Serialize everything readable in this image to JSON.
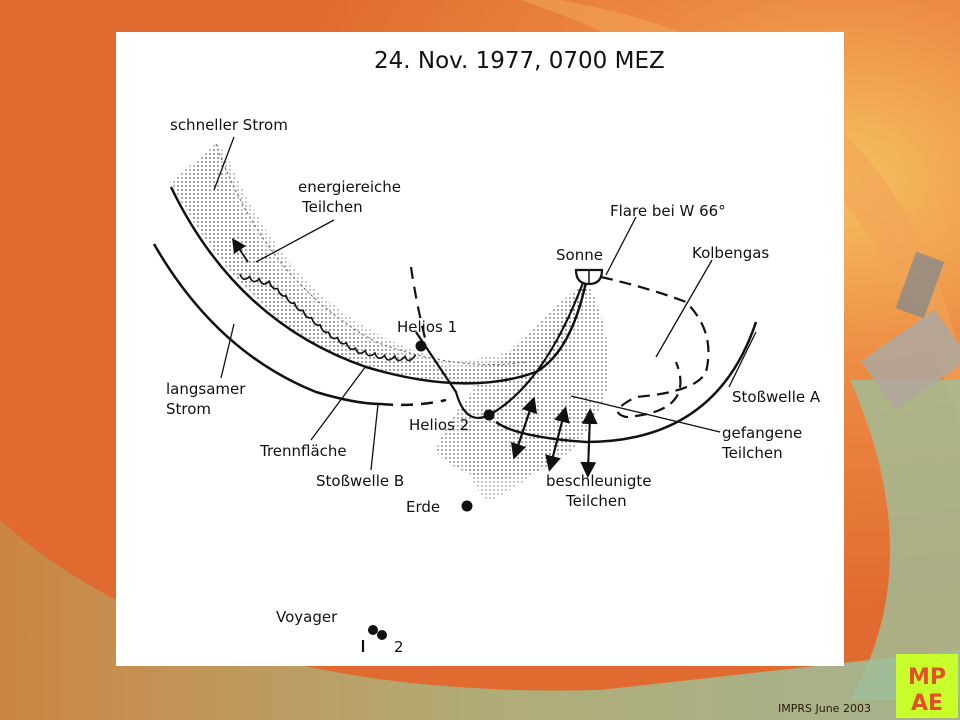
{
  "title": "24. Nov. 1977, 0700 MEZ",
  "labels": {
    "schneller_strom": "schneller Strom",
    "energiereiche_1": "energiereiche",
    "energiereiche_2": "Teilchen",
    "flare": "Flare bei W 66°",
    "sonne": "Sonne",
    "kolbengas": "Kolbengas",
    "helios1": "Helios 1",
    "helios2": "Helios 2",
    "langsamer_1": "langsamer",
    "langsamer_2": "Strom",
    "stosswelle_a": "Stoßwelle A",
    "gefangene_1": "gefangene",
    "gefangene_2": "Teilchen",
    "trennflaeche": "Trennfläche",
    "stosswelle_b": "Stoßwelle B",
    "beschleunigte_1": "beschleunigte",
    "beschleunigte_2": "Teilchen",
    "erde": "Erde",
    "voyager": "Voyager",
    "voyager_1": "1",
    "voyager_2": "2"
  },
  "footer": "IMPRS June 2003",
  "logo_text": "MPAE",
  "colors": {
    "background_orange": "#e8773a",
    "panel": "#ffffff",
    "logo_green": "#c8ff2a"
  }
}
